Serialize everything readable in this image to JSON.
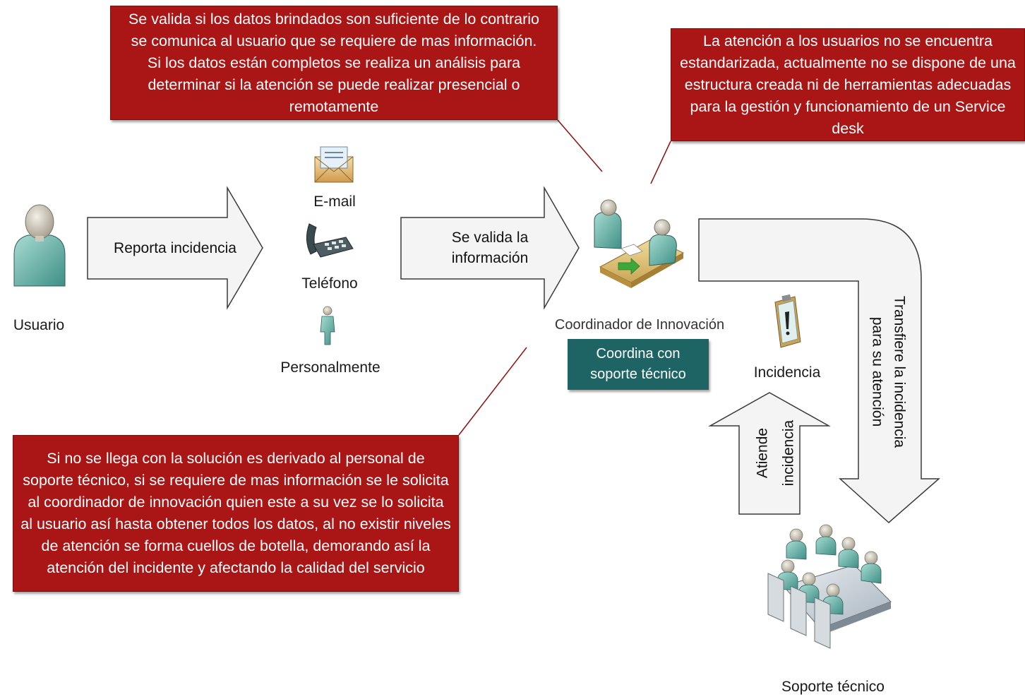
{
  "colors": {
    "callout_red": "#aa1616",
    "teal_box": "#1e6464",
    "arrow_fill": "#f4f4f4",
    "arrow_stroke": "#3a3a3a",
    "leader_line": "#8a1212",
    "person_teal": "#6fb8ad",
    "person_skin": "#d8d2c4"
  },
  "callouts": {
    "validation": "Se valida si los datos brindados son suficiente de lo contrario se comunica al usuario que se requiere de mas información. Si los datos están completos se realiza un análisis para determinar si la atención se puede realizar presencial o remotamente",
    "no_standard": "La atención a los usuarios no se encuentra estandarizada, actualmente no se dispone de una estructura creada ni de herramientas adecuadas para la gestión y funcionamiento de un Service desk",
    "bottleneck": "Si no se llega con la solución es derivado al personal de soporte técnico, si se requiere de mas información se le solicita al coordinador de innovación quien este a su vez se lo solicita al usuario así hasta obtener todos los datos, al no existir niveles de atención se forma cuellos de botella, demorando así la atención del incidente y afectando la calidad del servicio"
  },
  "actors": {
    "user": "Usuario",
    "coordinator": "Coordinador de Innovación",
    "support": "Soporte técnico"
  },
  "channels": {
    "email": "E-mail",
    "phone": "Teléfono",
    "in_person": "Personalmente"
  },
  "arrows": {
    "report": "Reporta incidencia",
    "validate_line1": "Se valida la",
    "validate_line2": "información",
    "transfer_line1": "Transfiere la incidencia",
    "transfer_line2": "para su atención",
    "attend_line1": "Atiende",
    "attend_line2": "incidencia"
  },
  "coordinate_box": {
    "line1": "Coordina con",
    "line2": "soporte técnico"
  },
  "incident_label": "Incidencia",
  "icons": [
    "user-icon",
    "email-icon",
    "phone-icon",
    "person-icon",
    "coordinator-icon",
    "clipboard-alert-icon",
    "team-meeting-icon"
  ]
}
